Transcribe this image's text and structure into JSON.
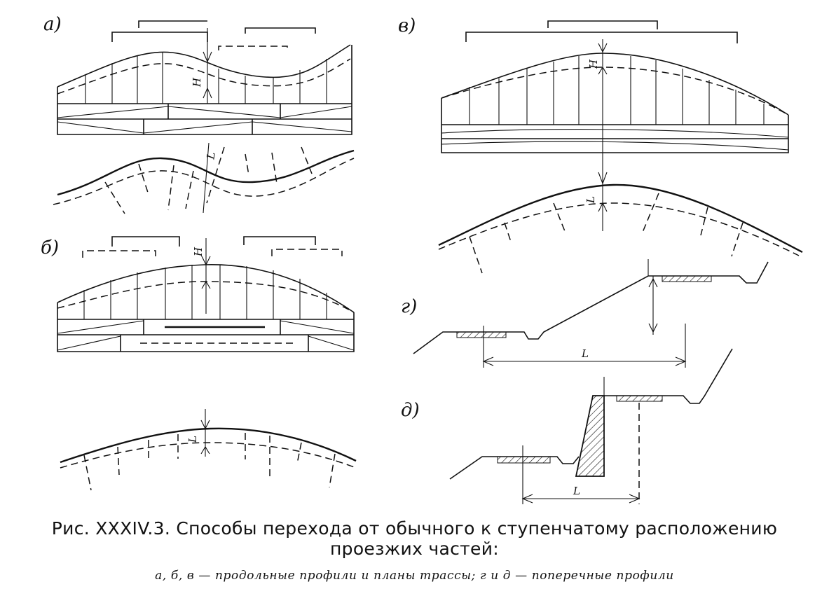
{
  "figure": {
    "panel_labels": {
      "a": "а)",
      "b": "б)",
      "v": "в)",
      "g": "г)",
      "d": "д)"
    },
    "dimension_labels": {
      "H": "H",
      "L": "L"
    },
    "caption": {
      "line1": "Рис. XXXIV.3. Способы перехода от обычного  к ступенчатому  расположению",
      "line2": "проезжих частей:",
      "legend": "а, б, в — продольные профили и планы трассы; г и д — поперечные профили"
    }
  }
}
